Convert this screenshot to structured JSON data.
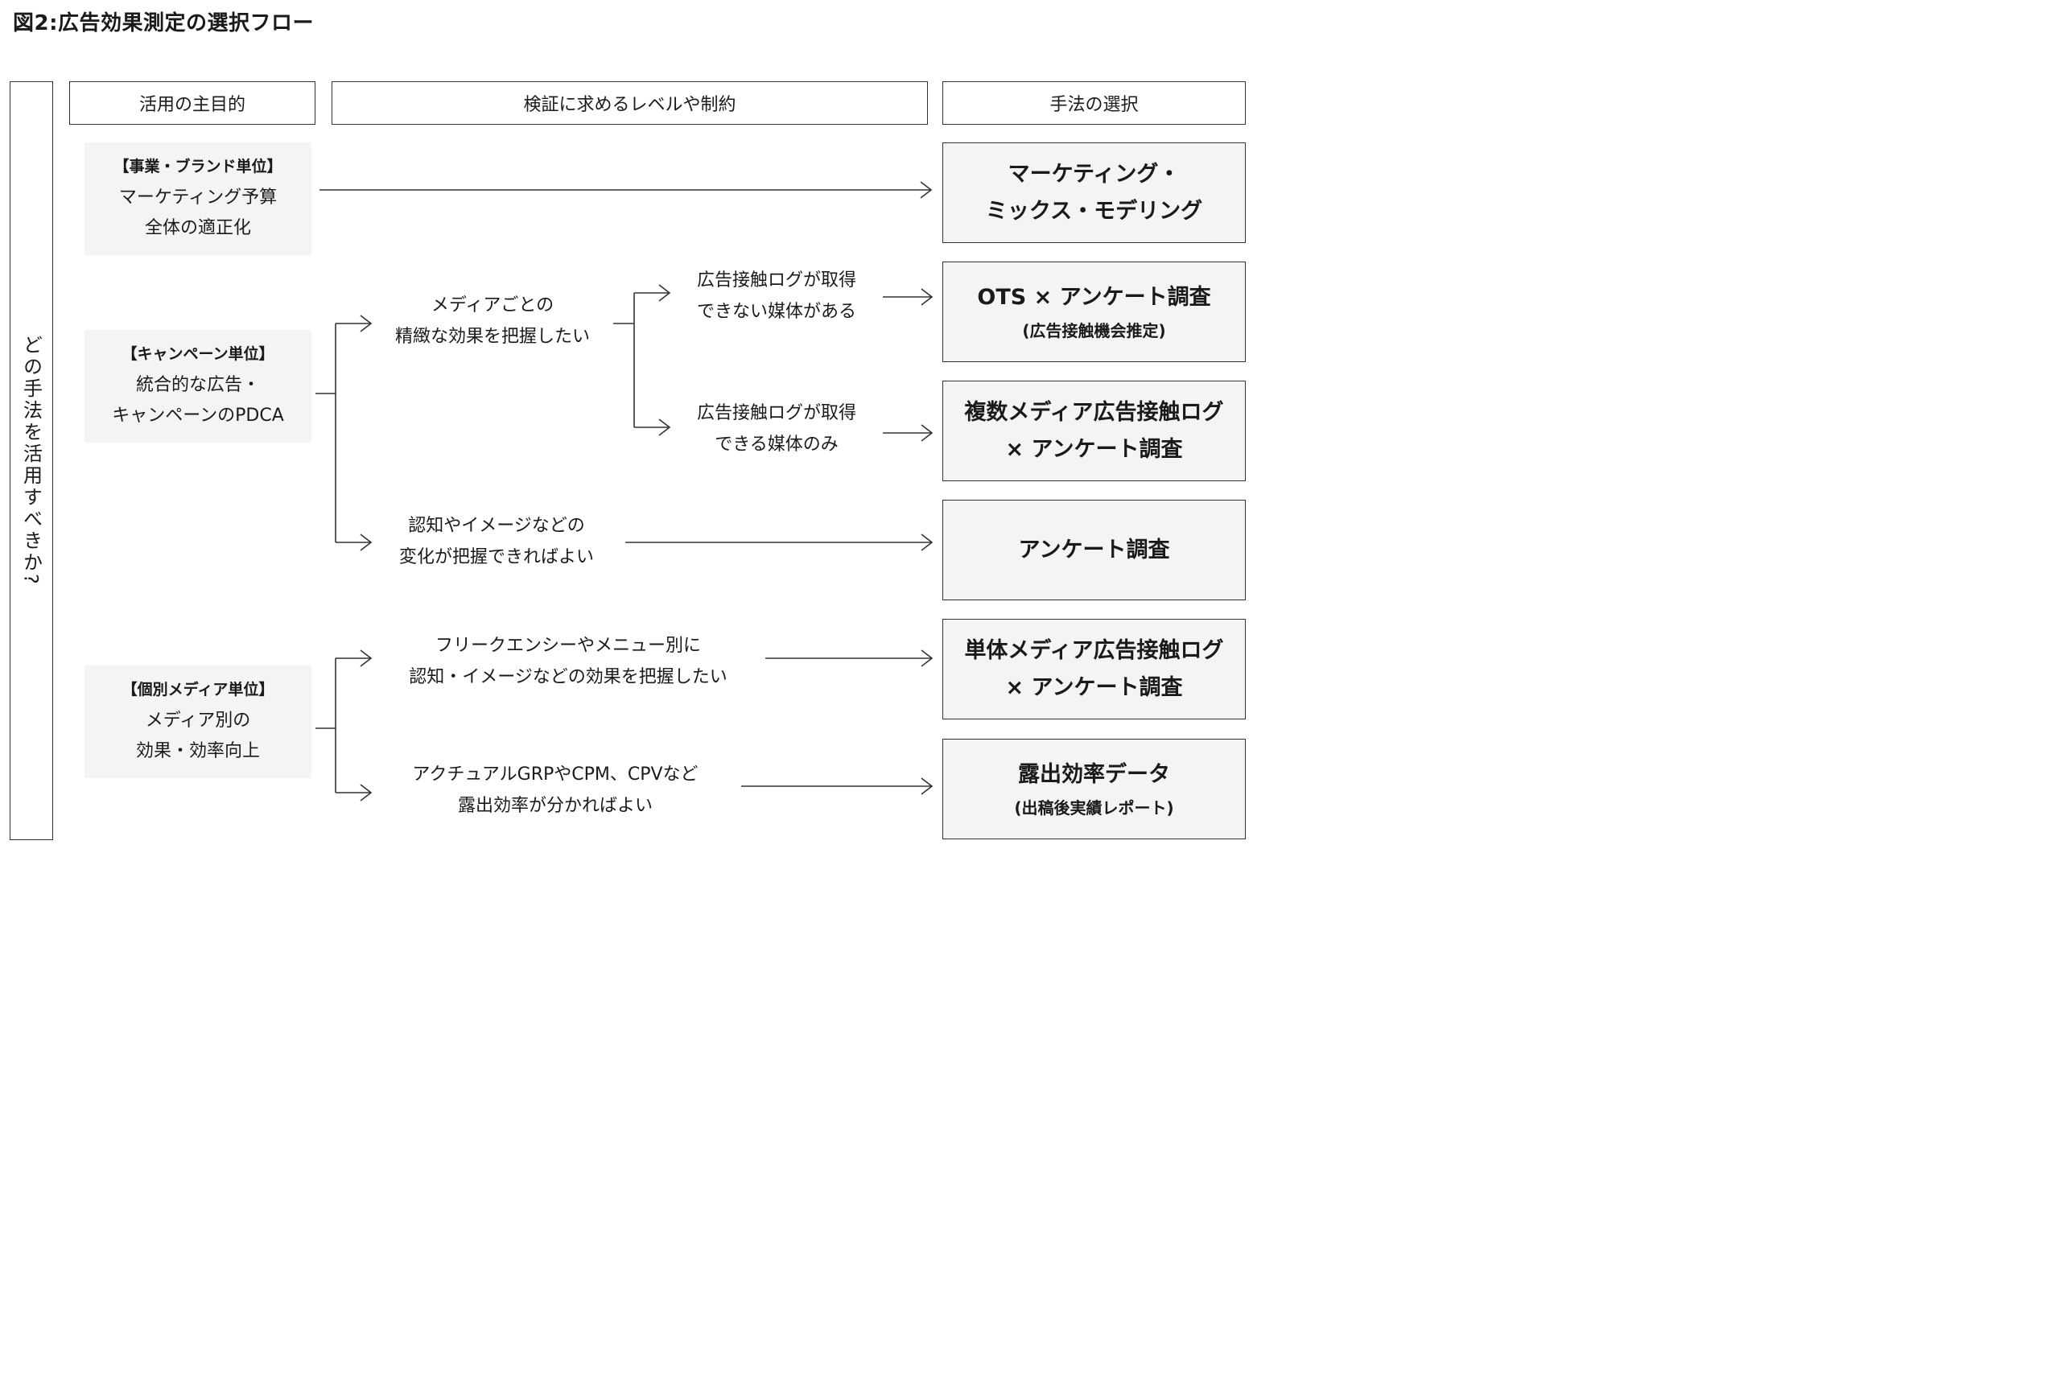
{
  "title": "図2:広告効果測定の選択フロー",
  "side_question": "どの手法を活用すべきか?",
  "headers": {
    "purpose": "活用の主目的",
    "constraints": "検証に求めるレベルや制約",
    "method": "手法の選択"
  },
  "categories": [
    {
      "label": "【事業・ブランド単位】",
      "line1": "マーケティング予算",
      "line2": "全体の適正化"
    },
    {
      "label": "【キャンペーン単位】",
      "line1": "統合的な広告・",
      "line2": "キャンペーンのPDCA"
    },
    {
      "label": "【個別メディア単位】",
      "line1": "メディア別の",
      "line2": "効果・効率向上"
    }
  ],
  "conditions": {
    "precise": {
      "line1": "メディアごとの",
      "line2": "精緻な効果を把握したい"
    },
    "no_log": {
      "line1": "広告接触ログが取得",
      "line2": "できない媒体がある"
    },
    "log_only": {
      "line1": "広告接触ログが取得",
      "line2": "できる媒体のみ"
    },
    "awareness": {
      "line1": "認知やイメージなどの",
      "line2": "変化が把握できればよい"
    },
    "frequency": {
      "line1": "フリークエンシーやメニュー別に",
      "line2": "認知・イメージなどの効果を把握したい"
    },
    "actual": {
      "line1": "アクチュアルGRPやCPM、CPVなど",
      "line2": "露出効率が分かればよい"
    }
  },
  "methods": [
    {
      "main1": "マーケティング・",
      "main2": "ミックス・モデリング",
      "sub": ""
    },
    {
      "main1": "OTS × アンケート調査",
      "main2": "",
      "sub": "(広告接触機会推定)"
    },
    {
      "main1": "複数メディア広告接触ログ",
      "main2": "× アンケート調査",
      "sub": ""
    },
    {
      "main1": "アンケート調査",
      "main2": "",
      "sub": ""
    },
    {
      "main1": "単体メディア広告接触ログ",
      "main2": "× アンケート調査",
      "sub": ""
    },
    {
      "main1": "露出効率データ",
      "main2": "",
      "sub": "(出稿後実績レポート)"
    }
  ],
  "colors": {
    "border": "#333333",
    "box_fill": "#f4f4f4",
    "text": "#1a1a1a"
  }
}
